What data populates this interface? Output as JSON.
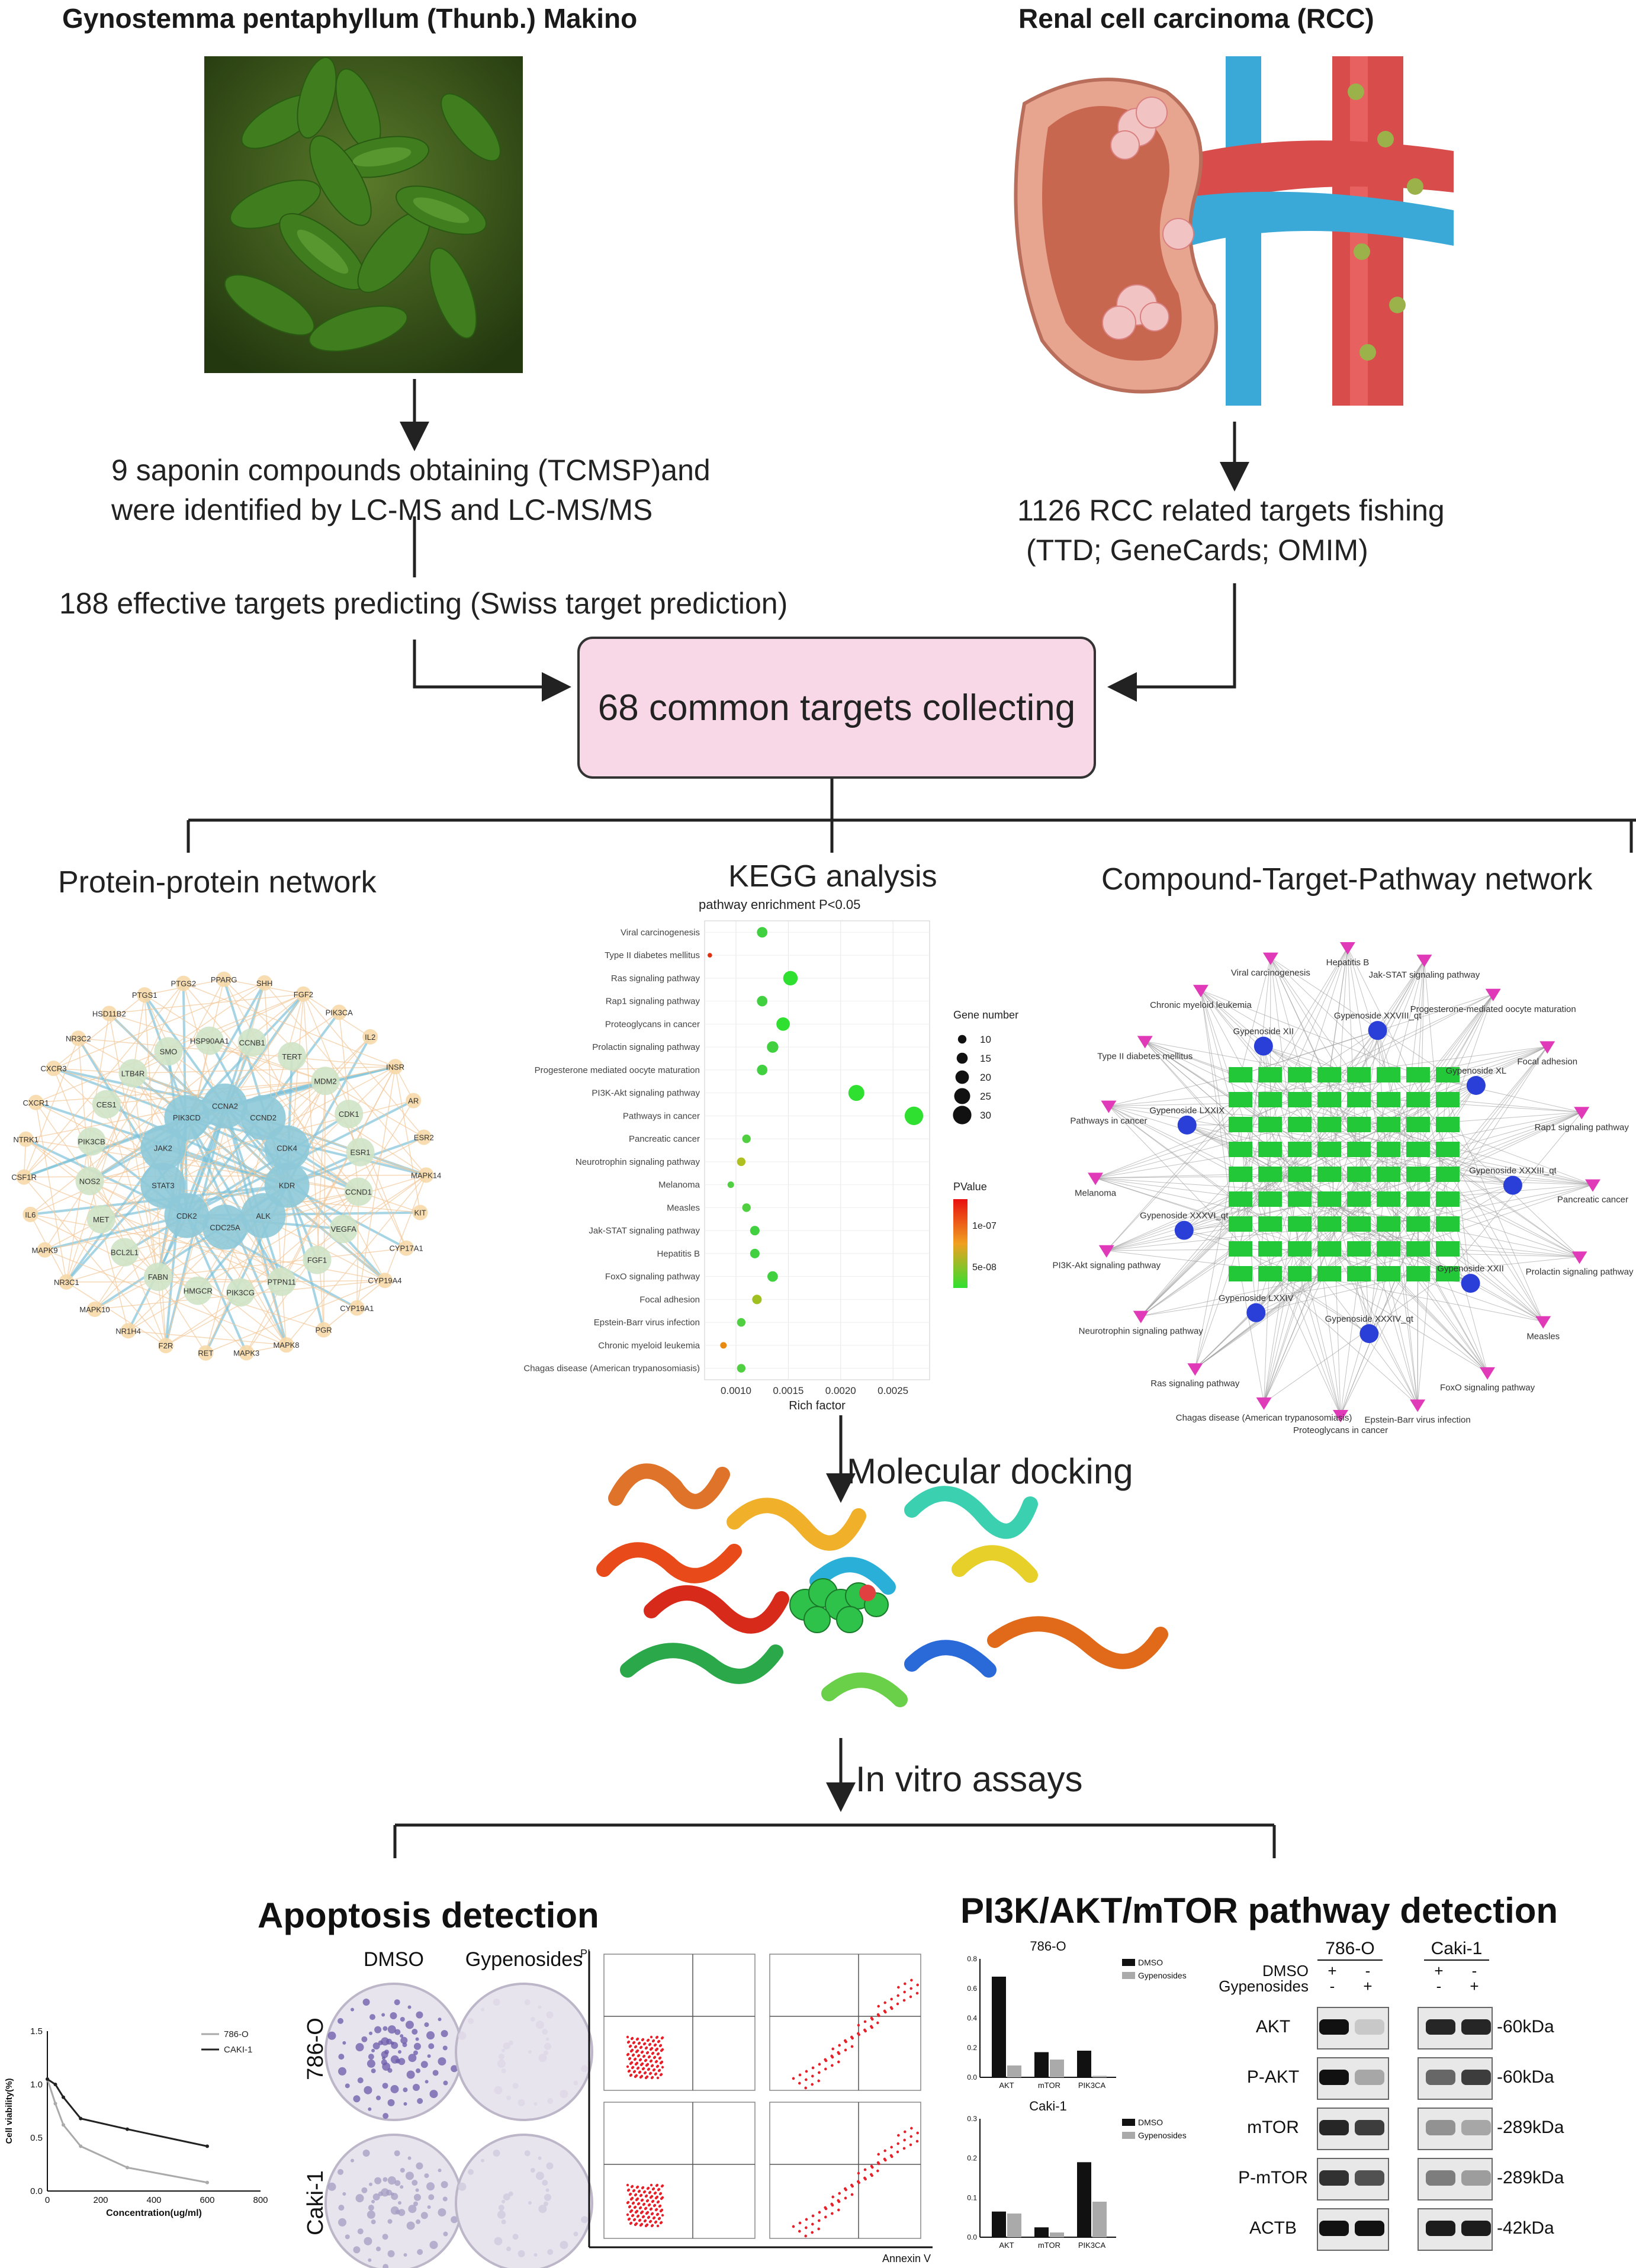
{
  "headers": {
    "plant": "Gynostemma pentaphyllum (Thunb.) Makino",
    "disease": "Renal cell carcinoma (RCC)"
  },
  "steps": {
    "compounds_line1": "9 saponin compounds obtaining (TCMSP)and",
    "compounds_line2": "were identified by LC-MS and LC-MS/MS",
    "targets_predict": "188 effective targets predicting (Swiss target prediction)",
    "rcc_line1": "1126 RCC related targets fishing",
    "rcc_line2": "(TTD; GeneCards; OMIM)",
    "common": "68 common targets collecting",
    "docking": "Molecular docking",
    "invitro": "In vitro assays"
  },
  "sections": {
    "ppi": "Protein-protein network",
    "kegg": "KEGG analysis",
    "ctp": "Compound-Target-Pathway network",
    "apoptosis": "Apoptosis detection",
    "pathway": "PI3K/AKT/mTOR pathway detection"
  },
  "ppi_nodes": [
    "CCNA2",
    "CCND2",
    "CDK4",
    "KDR",
    "ALK",
    "CDC25A",
    "CDK2",
    "STAT3",
    "JAK2",
    "PIK3CD",
    "CCNB1",
    "TERT",
    "MDM2",
    "CDK1",
    "ESR1",
    "CCND1",
    "VEGFA",
    "FGF1",
    "PTPN11",
    "PIK3CG",
    "HMGCR",
    "FABN",
    "BCL2L1",
    "MET",
    "NOS2",
    "PIK3CB",
    "CES1",
    "LTB4R",
    "SMO",
    "HSP90AA1",
    "FGF2",
    "PIK3CA",
    "IL2",
    "INSR",
    "AR",
    "ESR2",
    "MAPK14",
    "KIT",
    "CYP17A1",
    "CYP19A4",
    "CYP19A1",
    "PGR",
    "MAPK8",
    "MAPK3",
    "RET",
    "F2R",
    "NR1H4",
    "MAPK10",
    "NR3C1",
    "MAPK9",
    "IL6",
    "CSF1R",
    "NTRK1",
    "CXCR1",
    "CXCR3",
    "NR3C2",
    "HSD11B2",
    "PTGS1",
    "PTGS2",
    "PPARG",
    "SHH"
  ],
  "chart_data": {
    "type": "scatter",
    "title": "pathway enrichment P<0.05",
    "xlabel": "Rich factor",
    "xticks": [
      0.001,
      0.0015,
      0.002,
      0.0025
    ],
    "xtick_labels": [
      "0.0010",
      "0.0015",
      "0.0020",
      "0.0025"
    ],
    "categories": [
      "Viral carcinogenesis",
      "Type II diabetes mellitus",
      "Ras signaling pathway",
      "Rap1 signaling pathway",
      "Proteoglycans in cancer",
      "Prolactin signaling pathway",
      "Progesterone mediated oocyte maturation",
      "PI3K-Akt signaling pathway",
      "Pathways in cancer",
      "Pancreatic cancer",
      "Neurotrophin signaling pathway",
      "Melanoma",
      "Measles",
      "Jak-STAT signaling pathway",
      "Hepatitis B",
      "FoxO signaling pathway",
      "Focal adhesion",
      "Epstein-Barr virus infection",
      "Chronic myeloid leukemia",
      "Chagas disease (American trypanosomiasis)"
    ],
    "x": [
      0.00125,
      0.00075,
      0.00152,
      0.00125,
      0.00145,
      0.00135,
      0.00125,
      0.00215,
      0.0027,
      0.0011,
      0.00105,
      0.00095,
      0.0011,
      0.00118,
      0.00118,
      0.00135,
      0.0012,
      0.00105,
      0.00088,
      0.00105
    ],
    "gene_number": [
      14,
      2,
      22,
      14,
      20,
      16,
      14,
      25,
      30,
      10,
      10,
      6,
      10,
      12,
      12,
      14,
      12,
      10,
      6,
      10
    ],
    "pvalue_color": [
      "#40d040",
      "#e03010",
      "#30e030",
      "#40d040",
      "#30e030",
      "#40d040",
      "#40d040",
      "#30e030",
      "#30e030",
      "#50d040",
      "#b0c020",
      "#50d040",
      "#50d040",
      "#40d040",
      "#40d040",
      "#40d040",
      "#a0c020",
      "#50d040",
      "#e88a10",
      "#50d040"
    ],
    "size_legend": {
      "title": "Gene number",
      "values": [
        10,
        15,
        20,
        25,
        30
      ]
    },
    "color_legend": {
      "title": "PValue",
      "labels": [
        "1e-07",
        "5e-08"
      ]
    }
  },
  "ctp": {
    "pathways": [
      "Viral carcinogenesis",
      "Hepatitis B",
      "Jak-STAT signaling pathway",
      "Progesterone-mediated oocyte maturation",
      "Focal adhesion",
      "Rap1 signaling pathway",
      "Pancreatic cancer",
      "Prolactin signaling pathway",
      "Measles",
      "FoxO signaling pathway",
      "Epstein-Barr virus infection",
      "Proteoglycans in cancer",
      "Chagas disease (American trypanosomiasis)",
      "Ras signaling pathway",
      "Neurotrophin signaling pathway",
      "PI3K-Akt signaling pathway",
      "Melanoma",
      "Pathways in cancer",
      "Type II diabetes mellitus",
      "Chronic myeloid leukemia"
    ],
    "compounds": [
      "Gypenoside XXVIII_qt",
      "Gypenoside XL",
      "Gypenoside XXXIII_qt",
      "Gypenoside XXII",
      "Gypenoside XXXIV_qt",
      "Gypenoside LXXIV",
      "Gypenoside XXXVI_qt",
      "Gypenoside LXXIX",
      "Gypenoside XII"
    ]
  },
  "viability": {
    "ylabel": "Cell viability(%)",
    "xlabel": "Concentration(ug/ml)",
    "yticks": [
      "0.0",
      "0.5",
      "1.0",
      "1.5"
    ],
    "xticks": [
      "0",
      "200",
      "400",
      "600",
      "800"
    ],
    "series": [
      {
        "name": "786-O",
        "x": [
          0,
          30,
          60,
          125,
          300,
          600
        ],
        "y": [
          1.05,
          0.82,
          0.62,
          0.42,
          0.22,
          0.08
        ]
      },
      {
        "name": "CAKI-1",
        "x": [
          0,
          30,
          60,
          125,
          300,
          600
        ],
        "y": [
          1.05,
          1.0,
          0.88,
          0.68,
          0.58,
          0.42
        ]
      }
    ]
  },
  "colony": {
    "cols": [
      "DMSO",
      "Gypenosides"
    ],
    "rows": [
      "786-O",
      "Caki-1"
    ]
  },
  "flow": {
    "ylabel": "PI",
    "xlabel": "Annexin V"
  },
  "bars": {
    "panels": [
      {
        "title": "786-O",
        "yticks": [
          "0.0",
          "0.2",
          "0.4",
          "0.6",
          "0.8"
        ],
        "ymax": 0.8,
        "categories": [
          "AKT",
          "mTOR",
          "PIK3CA"
        ],
        "series": [
          {
            "name": "DMSO",
            "values": [
              0.68,
              0.17,
              0.18
            ]
          },
          {
            "name": "Gypenosides",
            "values": [
              0.08,
              0.12,
              0.01
            ]
          }
        ]
      },
      {
        "title": "Caki-1",
        "yticks": [
          "0.0",
          "0.1",
          "0.2",
          "0.3"
        ],
        "ymax": 0.3,
        "categories": [
          "AKT",
          "mTOR",
          "PIK3CA"
        ],
        "series": [
          {
            "name": "DMSO",
            "values": [
              0.065,
              0.025,
              0.19
            ]
          },
          {
            "name": "Gypenosides",
            "values": [
              0.06,
              0.012,
              0.09
            ]
          }
        ]
      }
    ]
  },
  "western": {
    "cells": [
      "786-O",
      "Caki-1"
    ],
    "conditions": [
      "DMSO",
      "Gypenosides"
    ],
    "signs": [
      [
        "+",
        "-"
      ],
      [
        "-",
        "+"
      ]
    ],
    "proteins": [
      "AKT",
      "P-AKT",
      "mTOR",
      "P-mTOR",
      "ACTB"
    ],
    "sizes": [
      "-60kDa",
      "-60kDa",
      "-289kDa",
      "-289kDa",
      "-42kDa"
    ]
  },
  "colors": {
    "common_box": "#f8d8e6",
    "arrow": "#222222"
  }
}
